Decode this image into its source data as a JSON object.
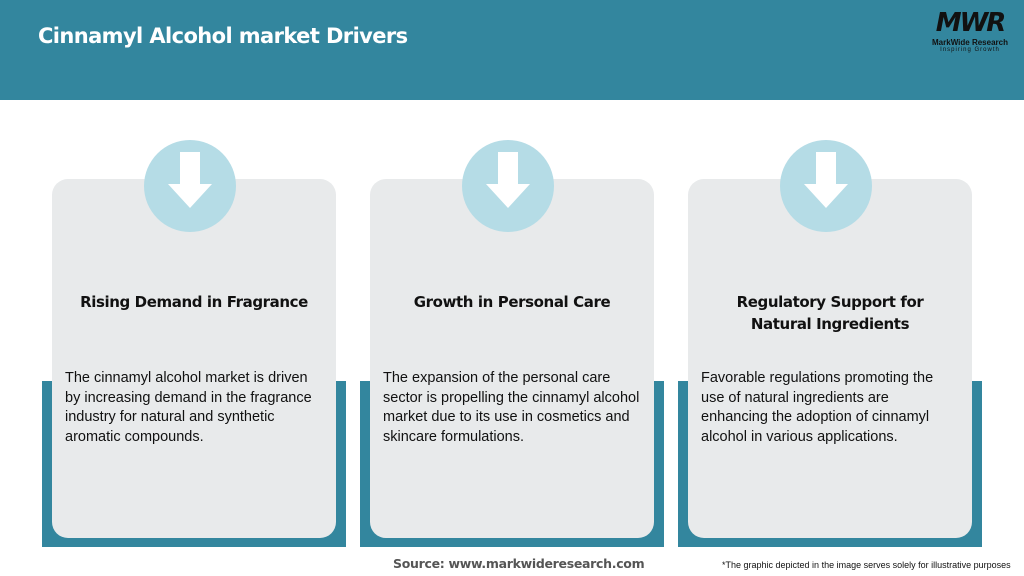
{
  "header": {
    "title": "Cinnamyl Alcohol market Drivers",
    "background_color": "#33869E",
    "logo": {
      "mark": "MWR",
      "name": "MarkWide Research",
      "tagline": "Inspiring Growth"
    }
  },
  "cards": [
    {
      "icon": "down-arrow-icon",
      "title": "Rising Demand in Fragrance",
      "body": "The cinnamyl alcohol market is driven by increasing demand in the fragrance industry for natural and synthetic aromatic compounds."
    },
    {
      "icon": "down-arrow-icon",
      "title": "Growth in Personal Care",
      "body": "The expansion of the personal care sector is propelling the cinnamyl alcohol market due to its use in cosmetics and skincare formulations."
    },
    {
      "icon": "down-arrow-icon",
      "title": "Regulatory Support for Natural Ingredients",
      "body": "Favorable regulations promoting the use of natural ingredients are enhancing the adoption of cinnamyl alcohol in various applications."
    }
  ],
  "colors": {
    "accent": "#33869E",
    "card_background": "#E8EAEB",
    "icon_circle": "#B5DCE6"
  },
  "footer": {
    "source": "Source: www.markwideresearch.com",
    "disclaimer": "*The graphic depicted in the image serves solely for illustrative purposes"
  }
}
